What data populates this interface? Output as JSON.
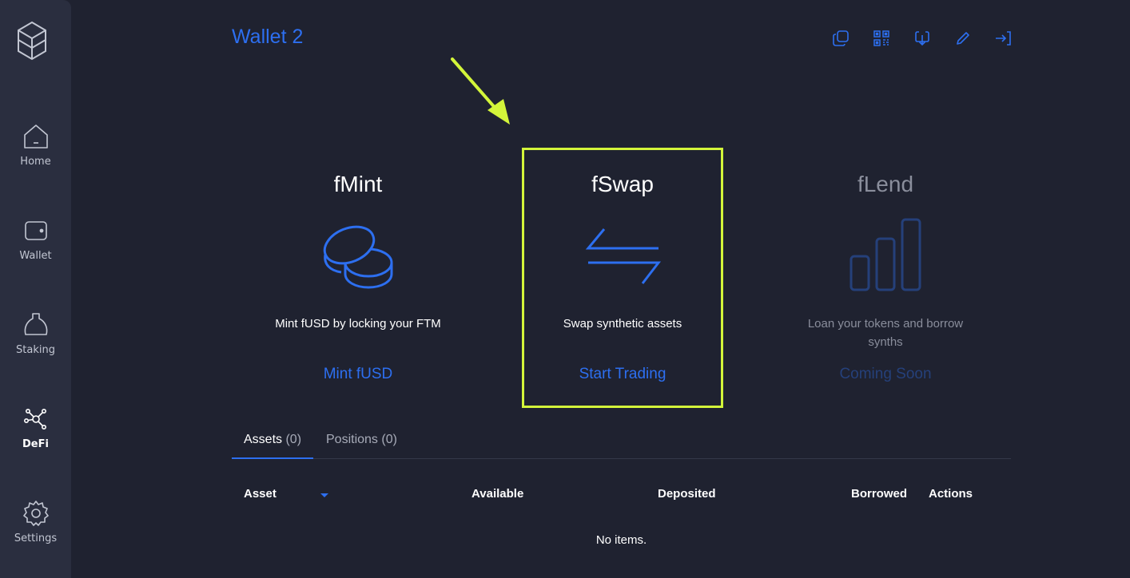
{
  "sidebar": {
    "items": [
      {
        "label": "Home",
        "icon": "home-icon"
      },
      {
        "label": "Wallet",
        "icon": "wallet-icon"
      },
      {
        "label": "Staking",
        "icon": "staking-icon"
      },
      {
        "label": "DeFi",
        "icon": "defi-icon",
        "active": true
      },
      {
        "label": "Settings",
        "icon": "settings-icon"
      }
    ]
  },
  "header": {
    "title": "Wallet 2",
    "actions": [
      "copy-icon",
      "qr-code-icon",
      "receive-icon",
      "edit-icon",
      "logout-icon"
    ]
  },
  "cards": [
    {
      "title": "fMint",
      "description": "Mint fUSD by locking your FTM",
      "link": "Mint fUSD",
      "icon": "coins-icon"
    },
    {
      "title": "fSwap",
      "description": "Swap synthetic assets",
      "link": "Start Trading",
      "icon": "swap-arrows-icon"
    },
    {
      "title": "fLend",
      "description": "Loan your tokens and borrow synths",
      "link": "Coming Soon",
      "icon": "bar-chart-icon"
    }
  ],
  "tabs": [
    {
      "label": "Assets",
      "count": "(0)"
    },
    {
      "label": "Positions",
      "count": "(0)"
    }
  ],
  "table": {
    "columns": [
      "Asset",
      "Available",
      "Deposited",
      "Borrowed",
      "Actions"
    ],
    "empty_text": "No items."
  },
  "colors": {
    "accent": "#2d6ff0",
    "highlight": "#d3f53a",
    "background": "#1f2230",
    "sidebar": "#2a2e3f"
  }
}
